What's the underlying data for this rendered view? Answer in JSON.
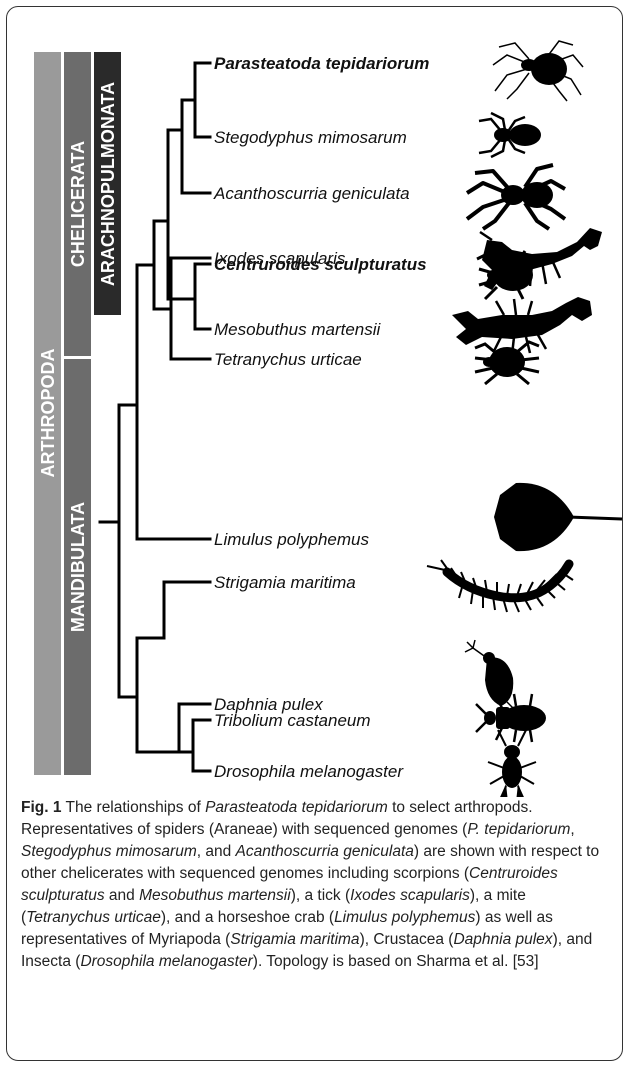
{
  "bands": {
    "arthropoda": "ARTHROPODA",
    "chelicerata": "CHELICERATA",
    "arachnopulmonata": "ARACHNOPULMONATA",
    "mandibulata": "MANDIBULATA"
  },
  "taxa": [
    {
      "name": "Parasteatoda tepidariorum",
      "bold": true,
      "icon": "spider-icon"
    },
    {
      "name": "Stegodyphus mimosarum",
      "bold": false,
      "icon": "spider-icon"
    },
    {
      "name": "Acanthoscurria geniculata",
      "bold": false,
      "icon": "tarantula-icon"
    },
    {
      "name": "Centruroides sculpturatus",
      "bold": true,
      "icon": "scorpion-icon"
    },
    {
      "name": "Mesobuthus martensii",
      "bold": false,
      "icon": "scorpion-icon"
    },
    {
      "name": "Ixodes scapularis",
      "bold": false,
      "icon": "tick-icon"
    },
    {
      "name": "Tetranychus urticae",
      "bold": false,
      "icon": "mite-icon"
    },
    {
      "name": "Limulus polyphemus",
      "bold": false,
      "icon": "horseshoe-crab-icon"
    },
    {
      "name": "Strigamia maritima",
      "bold": false,
      "icon": "centipede-icon"
    },
    {
      "name": "Daphnia pulex",
      "bold": false,
      "icon": "water-flea-icon"
    },
    {
      "name": "Tribolium castaneum",
      "bold": false,
      "icon": "beetle-icon"
    },
    {
      "name": "Drosophila melanogaster",
      "bold": false,
      "icon": "fly-icon"
    }
  ],
  "caption": {
    "label": "Fig. 1",
    "parts": [
      {
        "t": " The relationships of ",
        "i": false
      },
      {
        "t": "Parasteatoda tepidariorum",
        "i": true
      },
      {
        "t": " to select arthropods. Representatives of spiders (Araneae) with sequenced genomes (",
        "i": false
      },
      {
        "t": "P. tepidariorum",
        "i": true
      },
      {
        "t": ", ",
        "i": false
      },
      {
        "t": "Stegodyphus mimosarum",
        "i": true
      },
      {
        "t": ", and ",
        "i": false
      },
      {
        "t": "Acanthoscurria geniculata",
        "i": true
      },
      {
        "t": ") are shown with respect to other chelicerates with sequenced genomes including scorpions (",
        "i": false
      },
      {
        "t": "Centruroides sculpturatus",
        "i": true
      },
      {
        "t": " and ",
        "i": false
      },
      {
        "t": "Mesobuthus martensii",
        "i": true
      },
      {
        "t": "), a tick (",
        "i": false
      },
      {
        "t": "Ixodes scapularis",
        "i": true
      },
      {
        "t": "), a mite (",
        "i": false
      },
      {
        "t": "Tetranychus urticae",
        "i": true
      },
      {
        "t": "), and a horseshoe crab (",
        "i": false
      },
      {
        "t": "Limulus polyphemus",
        "i": true
      },
      {
        "t": ") as well as representatives of Myriapoda (",
        "i": false
      },
      {
        "t": "Strigamia maritima",
        "i": true
      },
      {
        "t": "), Crustacea (",
        "i": false
      },
      {
        "t": "Daphnia pulex",
        "i": true
      },
      {
        "t": "), and Insecta (",
        "i": false
      },
      {
        "t": "Drosophila melanogaster",
        "i": true
      },
      {
        "t": "). Topology is based on Sharma et al. [53]",
        "i": false
      }
    ]
  },
  "colors": {
    "arthropoda": "#9a9a9a",
    "chelicerata": "#6c6c6c",
    "arachnopulmonata": "#2a2a2a",
    "mandibulata": "#6c6c6c",
    "tree": "#000000"
  }
}
